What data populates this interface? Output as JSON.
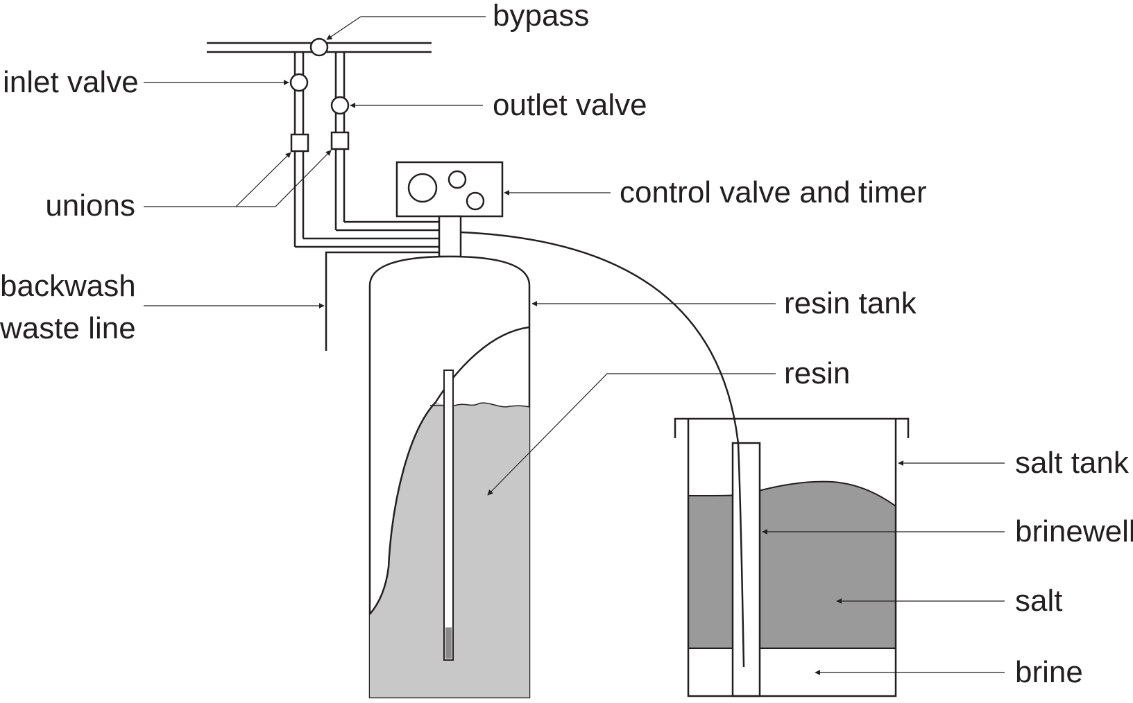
{
  "diagram": {
    "labels": {
      "bypass": "bypass",
      "inlet_valve": "inlet valve",
      "outlet_valve": "outlet valve",
      "unions": "unions",
      "control_valve": "control valve and timer",
      "backwash_line1": "backwash",
      "backwash_line2": "waste line",
      "resin_tank": "resin tank",
      "resin": "resin",
      "salt_tank": "salt tank",
      "brinewell": "brinewell",
      "salt": "salt",
      "brine": "brine"
    },
    "colors": {
      "line": "#231f20",
      "resin_fill": "#c8c8c8",
      "salt_fill": "#9a9a9a",
      "background": "#ffffff"
    }
  }
}
